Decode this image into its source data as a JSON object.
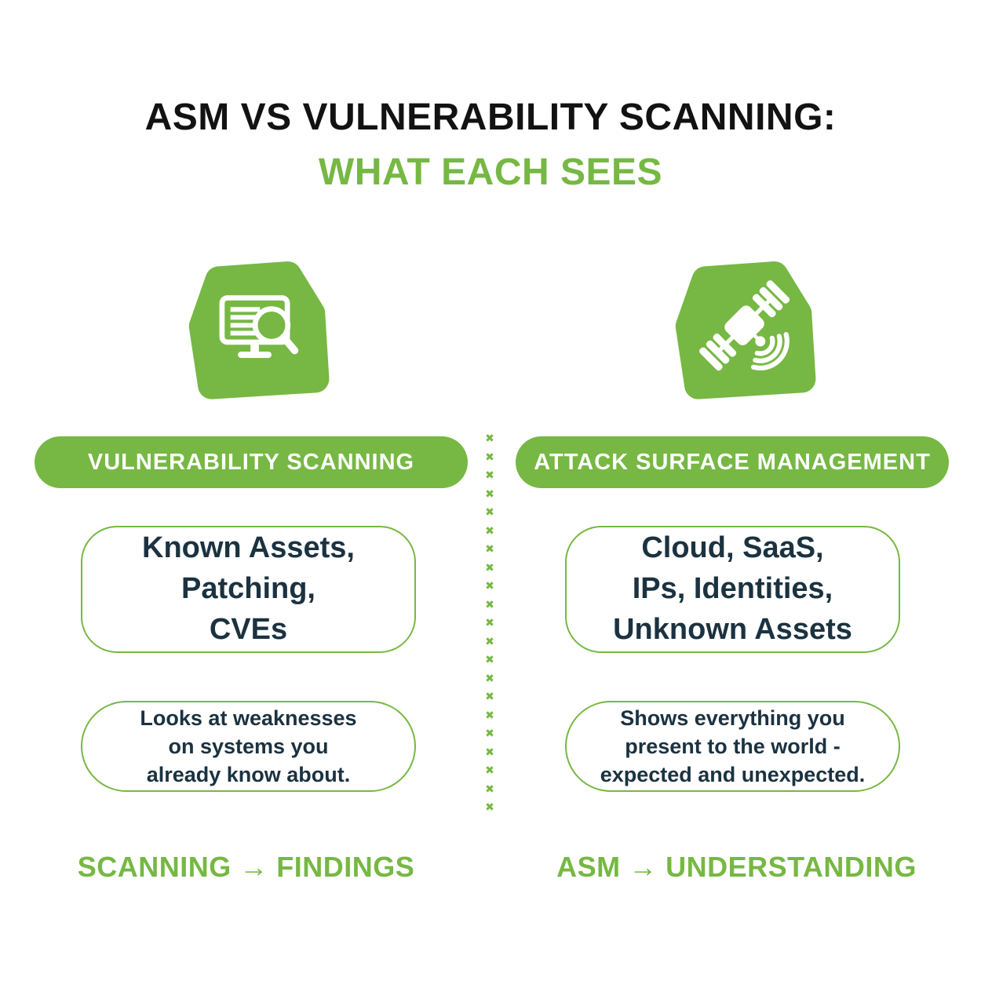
{
  "colors": {
    "green": "#76b843",
    "ink": "#121212",
    "navy": "#1b3240",
    "white": "#ffffff"
  },
  "title": {
    "line1": "ASM VS VULNERABILITY SCANNING:",
    "line2": "WHAT EACH SEES"
  },
  "divider": {
    "glyph": "✖",
    "count": 21
  },
  "left": {
    "icon": "monitor-search-icon",
    "header": "VULNERABILITY SCANNING",
    "box1": "Known Assets,\nPatching,\nCVEs",
    "box2": "Looks at weaknesses\non systems you\nalready know about.",
    "footer": "SCANNING → FINDINGS"
  },
  "right": {
    "icon": "satellite-icon",
    "header": "ATTACK SURFACE MANAGEMENT",
    "box1": "Cloud, SaaS,\nIPs, Identities,\nUnknown Assets",
    "box2": "Shows everything you\npresent to the world -\nexpected and unexpected.",
    "footer": "ASM → UNDERSTANDING"
  }
}
